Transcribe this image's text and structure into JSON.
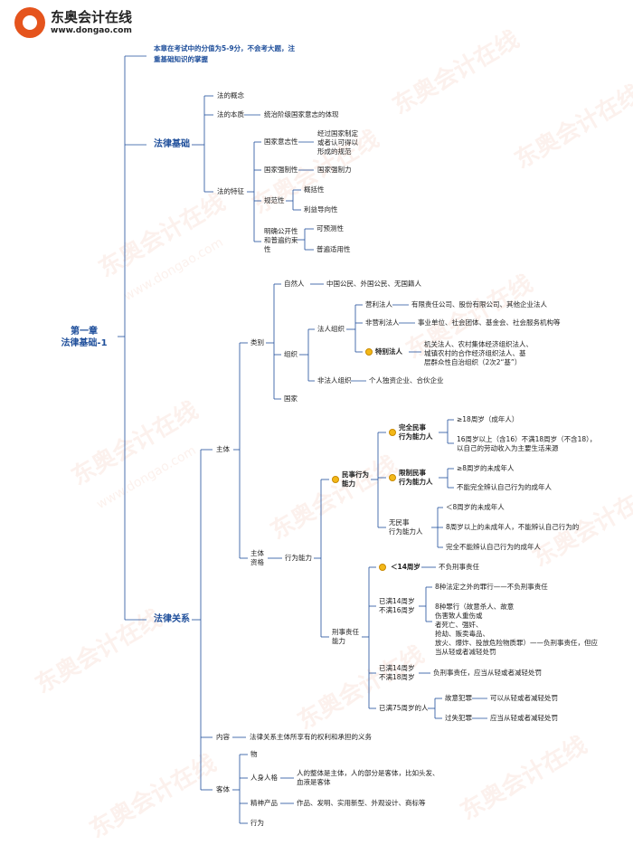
{
  "brand": {
    "name": "东奥会计在线",
    "url": "www.dongao.com"
  },
  "watermark": {
    "name": "东奥会计在线",
    "url": "www.dongao.com"
  },
  "root": {
    "line1": "第一章",
    "line2": "法律基础-1"
  },
  "note": {
    "line1": "本章在考试中的分值为5-9分，不会考大题，注",
    "line2": "重基础知识的掌握"
  },
  "sec1": {
    "title": "法律基础",
    "concept": "法的概念",
    "essence": "法的本质",
    "essence_detail": "统治阶级国家意志的体现",
    "feature": "法的特征",
    "will": "国家意志性",
    "will_detail": {
      "l1": "经过国家制定",
      "l2": "或者认可得以",
      "l3": "形成的规范"
    },
    "force": "国家强制性",
    "force_detail": "国家强制力",
    "norm": "规范性",
    "norm_a": "概括性",
    "norm_b": "利益导向性",
    "open": {
      "l1": "明确公开性",
      "l2": "和普遍约束",
      "l3": "性"
    },
    "open_a": "可预测性",
    "open_b": "普遍适用性"
  },
  "sec2": {
    "title": "法律关系",
    "subject": "主体",
    "category": "类别",
    "natural": "自然人",
    "natural_detail": "中国公民、外国公民、无国籍人",
    "org": "组织",
    "legal_person": "法人组织",
    "for_profit": "营利法人",
    "for_profit_detail": "有限责任公司、股份有限公司、其他企业法人",
    "non_profit": "非营利法人",
    "non_profit_detail": "事业单位、社会团体、基金会、社会服务机构等",
    "special": "特别法人",
    "special_detail": {
      "l1": "机关法人、农村集体经济组织法人、",
      "l2": "城镇农村的合作经济组织法人、基",
      "l3": "层群众性自治组织（2次2“基”）"
    },
    "non_legal": "非法人组织",
    "non_legal_detail": "个人独资企业、合伙企业",
    "state": "国家",
    "qual": {
      "l1": "主体",
      "l2": "资格"
    },
    "capacity": "行为能力",
    "civil": {
      "l1": "民事行为",
      "l2": "能力"
    },
    "full": {
      "l1": "完全民事",
      "l2": "行为能力人"
    },
    "full_a": "≥18周岁（成年人）",
    "full_b": {
      "l1": "16周岁以上（含16）不满18周岁（不含18），",
      "l2": "以自己的劳动收入为主要生活来源"
    },
    "limited": {
      "l1": "限制民事",
      "l2": "行为能力人"
    },
    "limited_a": "≥8周岁的未成年人",
    "limited_b": "不能完全辨认自己行为的成年人",
    "none": {
      "l1": "无民事",
      "l2": "行为能力人"
    },
    "none_a": "＜8周岁的未成年人",
    "none_b": "8周岁以上的未成年人，不能辨认自己行为的",
    "none_c": "完全不能辨认自己行为的成年人",
    "criminal": {
      "l1": "刑事责任",
      "l2": "能力"
    },
    "under14": "＜14周岁",
    "under14_detail": "不负刑事责任",
    "age14_16": {
      "l1": "已满14周岁",
      "l2": "不满16周岁"
    },
    "age14_16_a": "8种法定之外的罪行——不负刑事责任",
    "age14_16_b": {
      "l1": "8种罪行（故意杀人、故意",
      "l2": "伤害致人重伤或",
      "l3": "者死亡、强奸、",
      "l4": "抢劫、贩卖毒品、",
      "l5": "放火、爆炸、投放危险物质罪）——负刑事责任，但应",
      "l6": "当从轻或者减轻处罚"
    },
    "age14_18": {
      "l1": "已满14周岁",
      "l2": "不满18周岁"
    },
    "age14_18_detail": "负刑事责任，应当从轻或者减轻处罚",
    "age75": "已满75周岁的人",
    "intent": "故意犯罪",
    "intent_detail": "可以从轻或者减轻处罚",
    "negligent": "过失犯罪",
    "negligent_detail": "应当从轻或者减轻处罚",
    "content": "内容",
    "content_detail": "法律关系主体所享有的权利和承担的义务",
    "object": "客体",
    "thing": "物",
    "personal": "人身人格",
    "personal_detail": {
      "l1": "人的整体是主体，人的部分是客体，比如头发、",
      "l2": "血液是客体"
    },
    "spiritual": "精神产品",
    "spiritual_detail": "作品、发明、实用新型、外观设计、商标等",
    "act": "行为"
  }
}
